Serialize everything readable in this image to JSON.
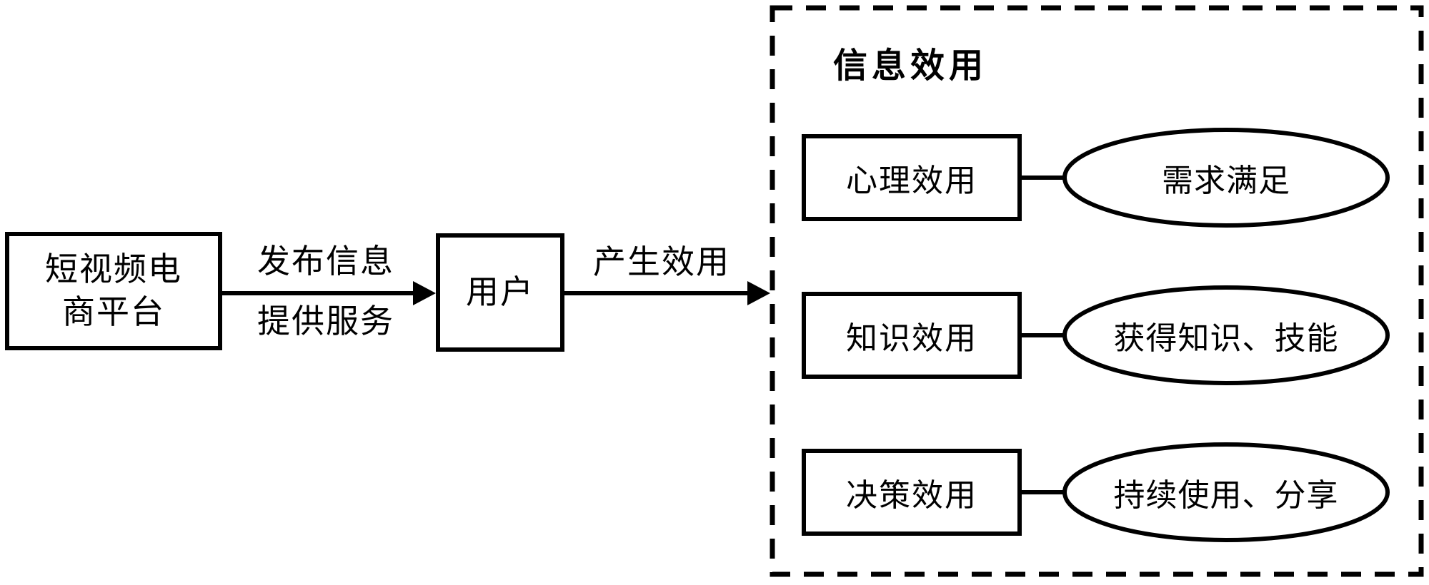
{
  "diagram": {
    "background": "#ffffff",
    "line_color": "#000000",
    "nodes": {
      "platform": {
        "line1": "短视频电",
        "line2": "商平台"
      },
      "user": {
        "label": "用户"
      }
    },
    "arrows": {
      "publish": {
        "line1": "发布信息",
        "line2": "提供服务"
      },
      "produce": {
        "label": "产生效用"
      }
    },
    "utility_group": {
      "title": "信息效用",
      "rows": [
        {
          "box_label": "心理效用",
          "ellipse_label": "需求满足"
        },
        {
          "box_label": "知识效用",
          "ellipse_label": "获得知识、技能"
        },
        {
          "box_label": "决策效用",
          "ellipse_label": "持续使用、分享"
        }
      ]
    }
  }
}
